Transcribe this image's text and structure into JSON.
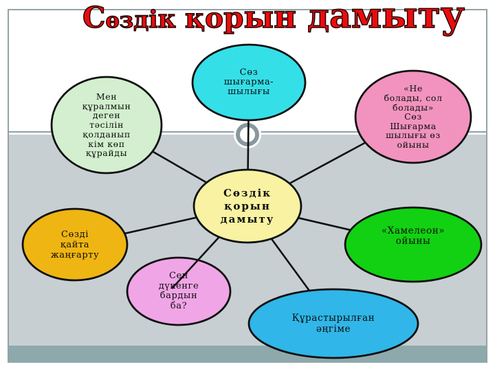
{
  "slide": {
    "title": "Сөздік қорын дамыту",
    "title_color": "#ec0c0c",
    "background": {
      "top_color": "#ffffff",
      "main_color": "#c7cfd3",
      "footer_band_color": "#8ea9ac",
      "frame_line_color": "#94a2a7"
    },
    "ornament": "ring-icon"
  },
  "diagram": {
    "center": {
      "label": "Сөздік\nқорын\nдамыту",
      "color": "#f8f2a2"
    },
    "nodes": [
      {
        "name": "soz-shygarmashylygy",
        "label": "Сөз\nшығарма-\nшылығы",
        "color": "#35dfe8"
      },
      {
        "name": "men-quralmyn",
        "label": "Мен\nқұралмын\nдеген\nтәсілін\nқолданып\nкім көп\nқұрайды",
        "color": "#d3efcf"
      },
      {
        "name": "ne-bolady-sol-bolady",
        "label": "«Не\nболады, сол\nболады»\nСөз\nШығарма\nшылығы өз\nойыны",
        "color": "#f193be"
      },
      {
        "name": "sozdi-qaita-zhangartu",
        "label": "Сөзді\nқайта\nжаңғарту",
        "color": "#efb512"
      },
      {
        "name": "khameleon-oiyny",
        "label": "«Хамелеон»\nойыны",
        "color": "#12d112"
      },
      {
        "name": "sen-dukenge-bardyn-ba",
        "label": "Сен\nдүкенге\nбардын\nба?",
        "color": "#f0a5e7"
      },
      {
        "name": "qurastyrylgan-angime",
        "label": "Құрастырылған\nәңгіме",
        "color": "#30b6e8"
      }
    ],
    "line_color": "#101010"
  }
}
